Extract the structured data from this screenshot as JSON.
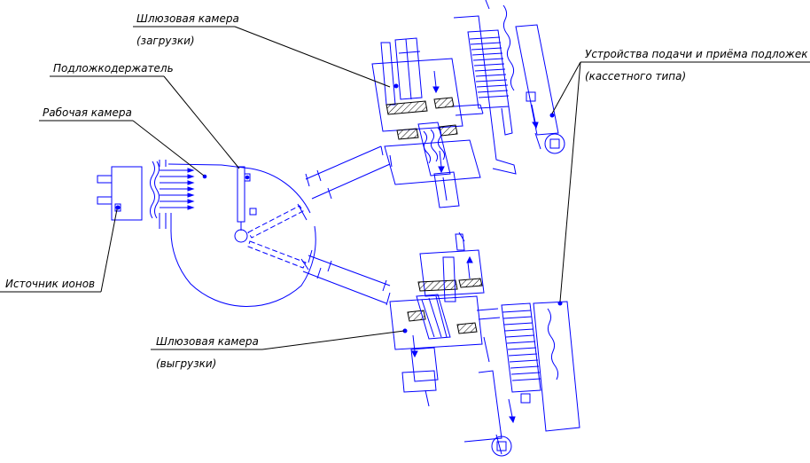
{
  "labels": {
    "load_lock_line1": "Шлюзовая камера",
    "load_lock_line2": "(загрузки)",
    "substrate_holder": "Подложкодержатель",
    "work_chamber": "Рабочая камера",
    "feed_device_line1": "Устройства подачи и приёма подложек",
    "feed_device_line2": "(кассетного типа)",
    "ion_source": "Источник ионов",
    "unload_lock_line1": "Шлюзовая камера",
    "unload_lock_line2": "(выгрузки)"
  },
  "colors": {
    "drawing": "#0000ff",
    "leaders": "#000000"
  }
}
